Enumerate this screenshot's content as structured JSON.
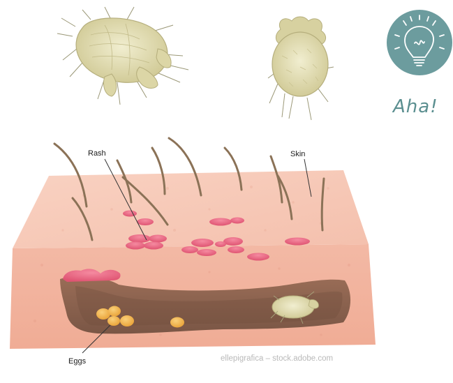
{
  "labels": {
    "rash": "Rash",
    "skin": "Skin",
    "eggs": "Eggs"
  },
  "badge": {
    "text": "Aha!",
    "icon": "lightbulb-icon",
    "color": "#6c9c9e"
  },
  "credit": "ellepigrafica – stock.adobe.com",
  "colors": {
    "skin_top": "#f6c6b4",
    "skin_side": "#f2b39e",
    "burrow": "#8a6450",
    "rash": "#e86880",
    "eggs": "#f2b347",
    "mite": "#e4e0b8",
    "hair": "#8b7257"
  }
}
